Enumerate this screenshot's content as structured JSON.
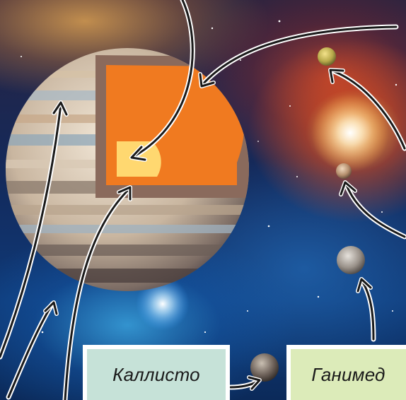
{
  "labels": {
    "callisto": "Каллисто",
    "ganymede": "Ганимед"
  },
  "colors": {
    "label_callisto_bg": "#c6e2d8",
    "label_ganymede_bg": "#dcebb9",
    "core": "#ffd870",
    "mantle": "#f07a20",
    "crust": "#8a6a5c",
    "arrow_stroke": "#1a1a1a",
    "arrow_outline": "#ffffff"
  },
  "objects": [
    "jupiter",
    "jupiter-cutaway-core",
    "moon-io",
    "moon-europa",
    "moon-ganymede",
    "moon-callisto"
  ]
}
